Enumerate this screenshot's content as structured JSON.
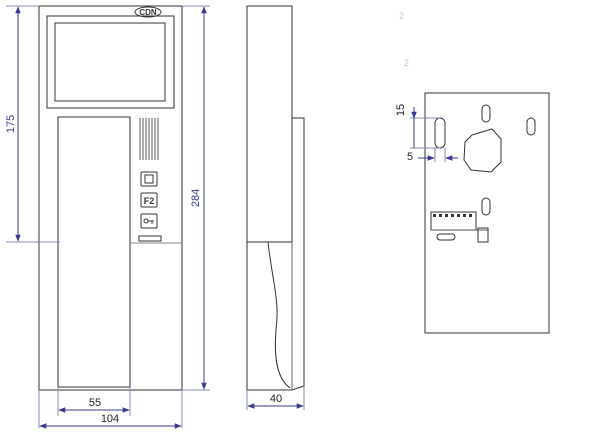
{
  "drawing": {
    "brand_logo_text": "CDN",
    "button_f2_label": "F2",
    "colors": {
      "outline": "#333333",
      "dimension": "#3b3b8f",
      "faint": "#c8c8c8"
    }
  },
  "dimensions": {
    "screen_height": "175",
    "total_height": "284",
    "handset_width": "55",
    "total_width": "104",
    "depth": "40",
    "mount_slot_height": "15",
    "mount_slot_offset": "5"
  },
  "annotations": {
    "stray_mark_1": "2",
    "stray_mark_2": "2"
  }
}
